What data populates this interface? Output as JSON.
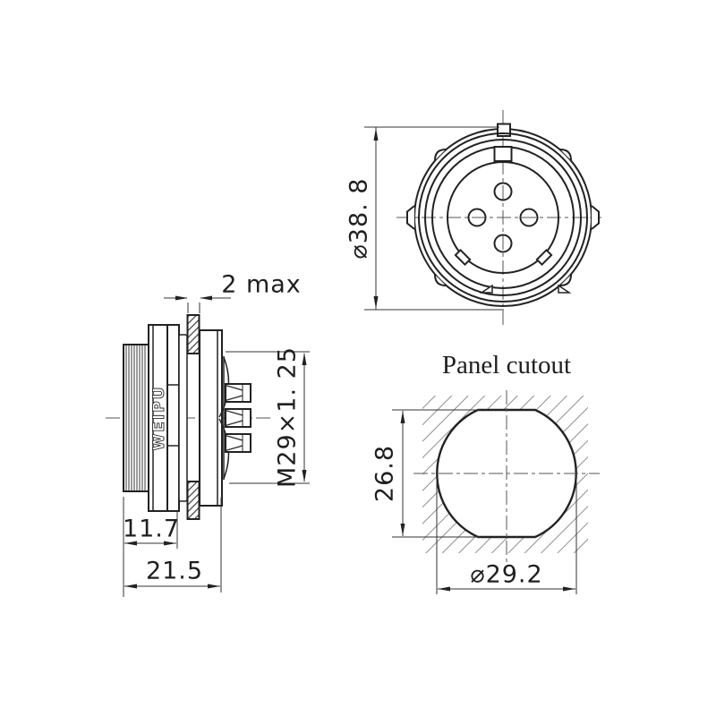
{
  "drawing": {
    "brand": "WEIPU",
    "front_view": {
      "dim_outer_diameter": "⌀38. 8",
      "contact_count": 4
    },
    "side_view": {
      "dim_panel_thickness": "2 max",
      "dim_thread": "M29×1. 25",
      "dim_front_length": "11.7",
      "dim_total_length": "21.5"
    },
    "cutout_view": {
      "title": "Panel cutout",
      "dim_flat_to_flat": "26.8",
      "dim_diameter": "⌀29.2"
    },
    "colors": {
      "line": "#222222",
      "thin_line": "#3a3a3a",
      "centerline": "#555555",
      "hatch_gray": "#8f8f8f",
      "background": "#ffffff"
    }
  }
}
